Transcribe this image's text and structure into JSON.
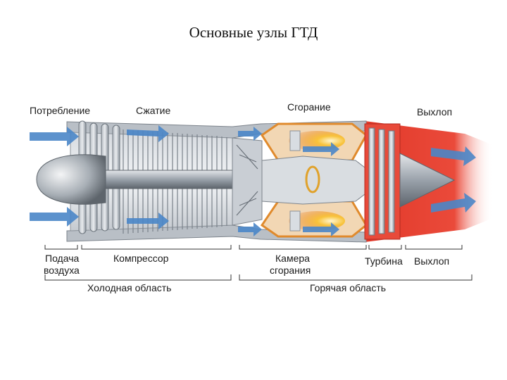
{
  "title": "Основные узлы ГТД",
  "stage_labels": {
    "intake": "Потребление",
    "compression": "Сжатие",
    "combustion": "Сгорание",
    "exhaust": "Выхлоп"
  },
  "section_labels": {
    "air_intake_line1": "Подача",
    "air_intake_line2": "воздуха",
    "compressor": "Компрессор",
    "combustor_line1": "Камера",
    "combustor_line2": "сгорания",
    "turbine": "Турбина",
    "exhaust": "Выхлоп"
  },
  "region_labels": {
    "cold": "Холодная область",
    "hot": "Горячая область"
  },
  "colors": {
    "airflow": "#4a86c8",
    "combustor_shell": "#e08a2c",
    "flame": "#f4b82a",
    "hot_section": "#e23a2a",
    "metal": "#9aa3ad"
  }
}
